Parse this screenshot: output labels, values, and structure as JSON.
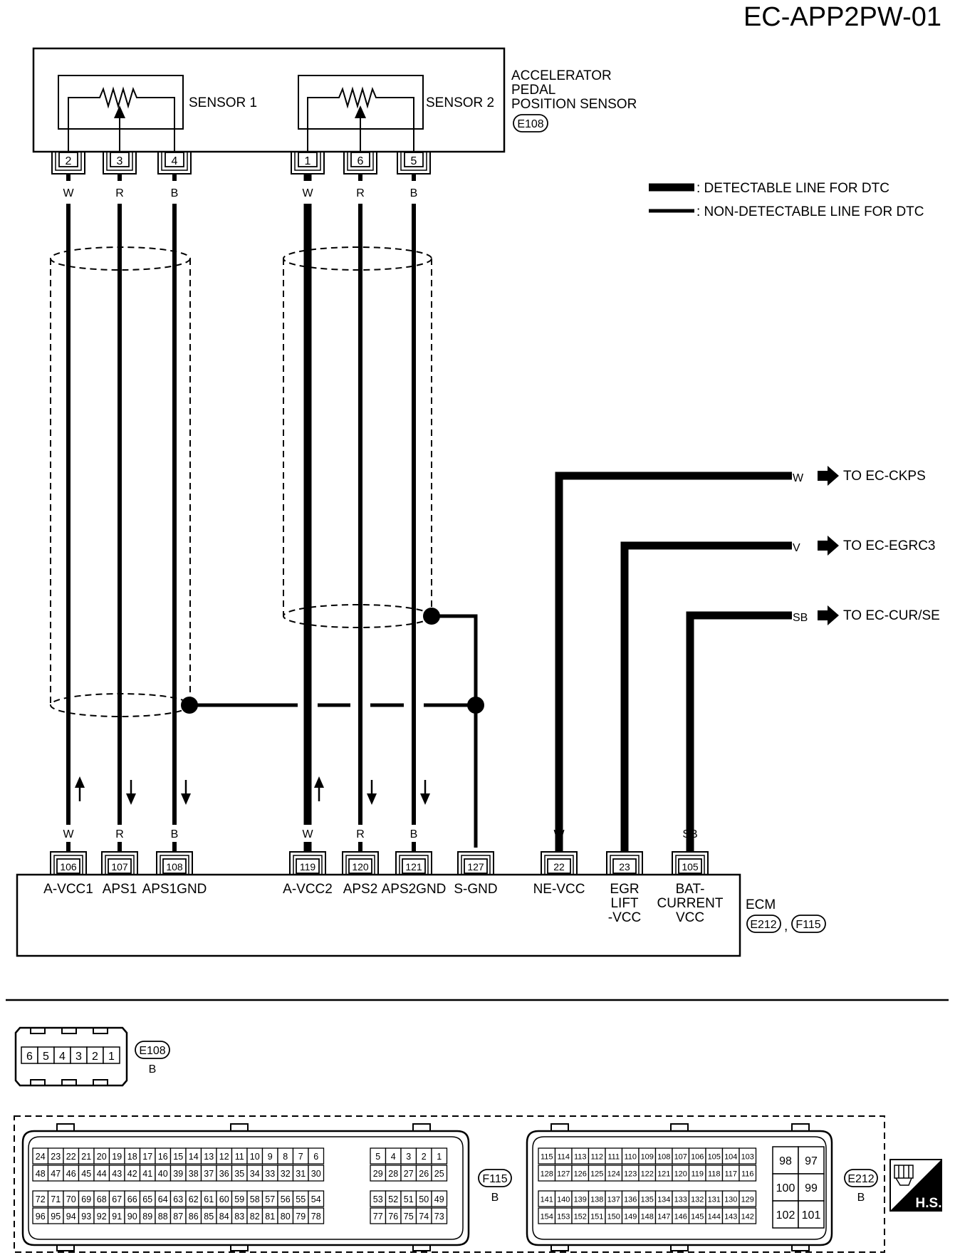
{
  "diagram_id": "EC-APP2PW-01",
  "sensor": {
    "title_lines": [
      "ACCELERATOR",
      "PEDAL",
      "POSITION SENSOR"
    ],
    "connector": "E108",
    "sensor1": "SENSOR 1",
    "sensor2": "SENSOR 2",
    "pins": [
      {
        "pin": "2",
        "color": "W",
        "ecm_pin": "106",
        "signal": "A-VCC1",
        "thick": false,
        "dir": "up"
      },
      {
        "pin": "3",
        "color": "R",
        "ecm_pin": "107",
        "signal": "APS1",
        "thick": false,
        "dir": "down"
      },
      {
        "pin": "4",
        "color": "B",
        "ecm_pin": "108",
        "signal": "APS1GND",
        "thick": false,
        "dir": "down"
      },
      {
        "pin": "1",
        "color": "W",
        "ecm_pin": "119",
        "signal": "A-VCC2",
        "thick": true,
        "dir": "up"
      },
      {
        "pin": "6",
        "color": "R",
        "ecm_pin": "120",
        "signal": "APS2",
        "thick": false,
        "dir": "down"
      },
      {
        "pin": "5",
        "color": "B",
        "ecm_pin": "121",
        "signal": "APS2GND",
        "thick": false,
        "dir": "down"
      }
    ]
  },
  "legend": {
    "detectable": ": DETECTABLE LINE FOR DTC",
    "non_detectable": ": NON-DETECTABLE LINE FOR DTC"
  },
  "sgnd": {
    "pin": "127",
    "signal": "S-GND"
  },
  "outputs": [
    {
      "color": "W",
      "target": "TO EC-CKPS",
      "ecm_pin": "22",
      "signal_lines": [
        "NE-VCC"
      ]
    },
    {
      "color": "V",
      "target": "TO EC-EGRC3",
      "ecm_pin": "23",
      "signal_lines": [
        "EGR",
        "LIFT",
        "-VCC"
      ]
    },
    {
      "color": "SB",
      "target": "TO EC-CUR/SE",
      "ecm_pin": "105",
      "signal_lines": [
        "BAT-",
        "CURRENT",
        "VCC"
      ]
    }
  ],
  "ecm": {
    "label": "ECM",
    "connectors": [
      "E212",
      "F115"
    ],
    "separator": ","
  },
  "connector_views": {
    "e108": {
      "id": "E108",
      "color": "B",
      "pins": [
        "6",
        "5",
        "4",
        "3",
        "2",
        "1"
      ]
    },
    "f115": {
      "id": "F115",
      "color": "B",
      "rows_left": [
        [
          "24",
          "23",
          "22",
          "21",
          "20",
          "19",
          "18",
          "17",
          "16",
          "15",
          "14",
          "13",
          "12",
          "11",
          "10",
          "9",
          "8",
          "7",
          "6"
        ],
        [
          "48",
          "47",
          "46",
          "45",
          "44",
          "43",
          "42",
          "41",
          "40",
          "39",
          "38",
          "37",
          "36",
          "35",
          "34",
          "33",
          "32",
          "31",
          "30"
        ],
        [
          "72",
          "71",
          "70",
          "69",
          "68",
          "67",
          "66",
          "65",
          "64",
          "63",
          "62",
          "61",
          "60",
          "59",
          "58",
          "57",
          "56",
          "55",
          "54"
        ],
        [
          "96",
          "95",
          "94",
          "93",
          "92",
          "91",
          "90",
          "89",
          "88",
          "87",
          "86",
          "85",
          "84",
          "83",
          "82",
          "81",
          "80",
          "79",
          "78"
        ]
      ],
      "rows_right": [
        [
          "5",
          "4",
          "3",
          "2",
          "1"
        ],
        [
          "29",
          "28",
          "27",
          "26",
          "25"
        ],
        [
          "53",
          "52",
          "51",
          "50",
          "49"
        ],
        [
          "77",
          "76",
          "75",
          "74",
          "73"
        ]
      ]
    },
    "e212": {
      "id": "E212",
      "color": "B",
      "rows": [
        [
          "115",
          "114",
          "113",
          "112",
          "111",
          "110",
          "109",
          "108",
          "107",
          "106",
          "105",
          "104",
          "103"
        ],
        [
          "128",
          "127",
          "126",
          "125",
          "124",
          "123",
          "122",
          "121",
          "120",
          "119",
          "118",
          "117",
          "116"
        ],
        [
          "141",
          "140",
          "139",
          "138",
          "137",
          "136",
          "135",
          "134",
          "133",
          "132",
          "131",
          "130",
          "129"
        ],
        [
          "154",
          "153",
          "152",
          "151",
          "150",
          "149",
          "148",
          "147",
          "146",
          "145",
          "144",
          "143",
          "142"
        ]
      ],
      "block": [
        [
          "98",
          "97"
        ],
        [
          "100",
          "99"
        ],
        [
          "102",
          "101"
        ]
      ]
    }
  },
  "hs_label": "H.S."
}
